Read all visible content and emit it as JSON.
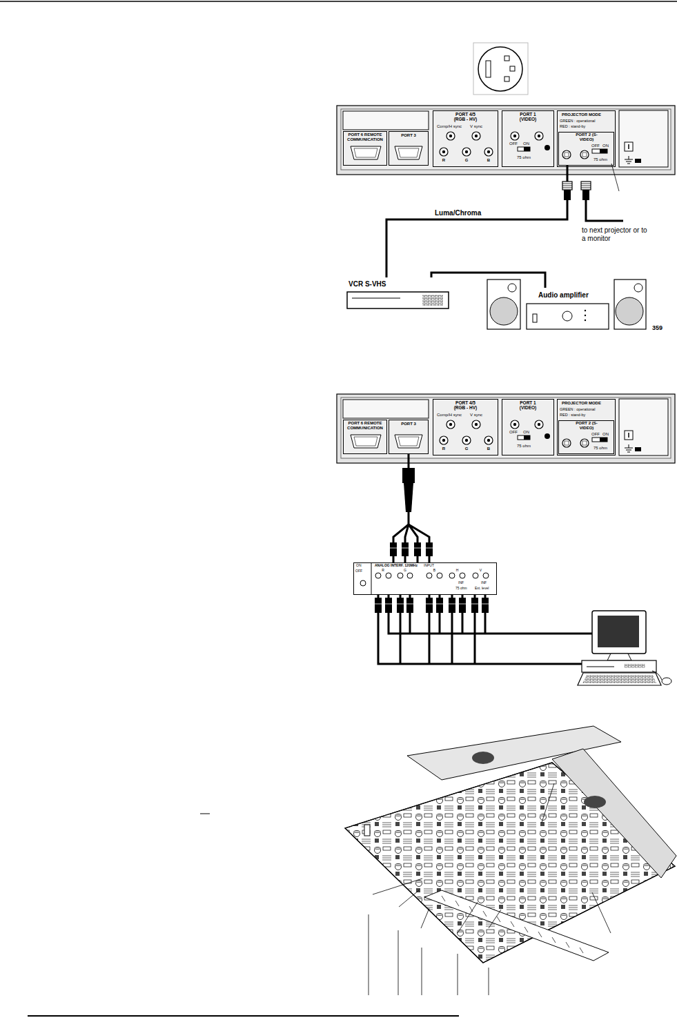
{
  "diagram": {
    "nodes": [
      {
        "text": [
          "PORT 6 REMOTE COMMUNICATION"
        ]
      },
      {
        "text": [
          "PORT 3"
        ]
      },
      {
        "text": [
          "PORT 4/5 (RGB - HV)",
          "Comp/H sync",
          "V sync",
          "R",
          "G",
          "B"
        ]
      },
      {
        "text": [
          "PORT 1 (VIDEO)",
          "OFF",
          "ON",
          "75 ohm"
        ]
      },
      {
        "text": [
          "PROJECTOR MODE",
          "GREEN : operational",
          "RED : stand-by"
        ]
      },
      {
        "text": [
          "PORT 2 (S-VIDEO)",
          "OFF",
          "ON",
          "75 ohm"
        ],
        "in": 4
      },
      {
        "text": [
          "VCR S-VHS"
        ]
      },
      {
        "text": [
          "Audio amplifier"
        ]
      },
      {
        "text": [
          "PORT 6 REMOTE COMMUNICATION"
        ]
      },
      {
        "text": [
          "PORT 3"
        ]
      },
      {
        "text": [
          "PORT 4/5 (RGB - HV)",
          "Comp/H sync",
          "V sync",
          "R",
          "G",
          "B"
        ]
      },
      {
        "text": [
          "PORT 1 (VIDEO)",
          "OFF",
          "ON",
          "75 ohm"
        ]
      },
      {
        "text": [
          "PROJECTOR MODE",
          "GREEN : operational",
          "RED : stand-by"
        ]
      },
      {
        "text": [
          "PORT 2 (S-VIDEO)",
          "OFF",
          "ON",
          "75 ohm"
        ],
        "in": 12
      },
      {
        "text": [
          "ON",
          "OFF",
          "ANALOG INTERF. 120MHz",
          "INPUT",
          "R",
          "G",
          "B",
          "H",
          "V",
          "INF",
          "INF",
          "75 ohm",
          "Ext. level"
        ]
      }
    ],
    "edges": [
      {
        "from": 6,
        "to": 5,
        "label": "Luma/Chroma",
        "arrow": "none"
      },
      {
        "from": 6,
        "to": 7,
        "arrow": "none"
      },
      {
        "from": 9,
        "to": 14,
        "arrow": "none"
      }
    ],
    "labels": [
      "to next projector or to a monitor",
      "359"
    ]
  }
}
